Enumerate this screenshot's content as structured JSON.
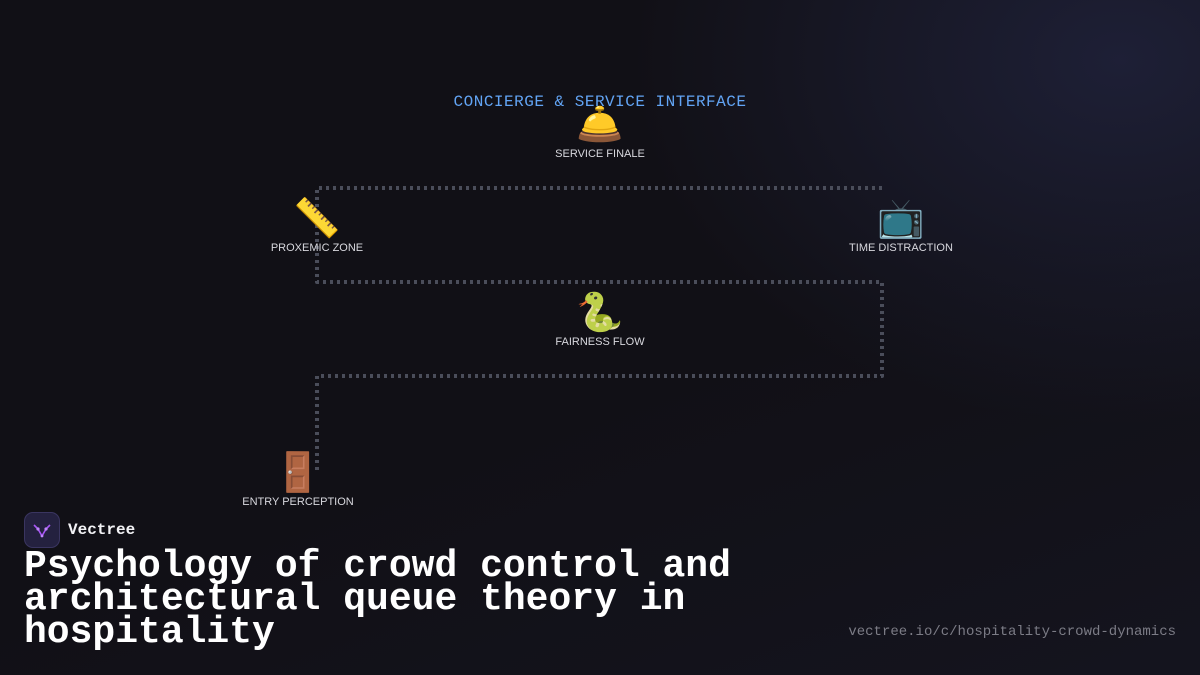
{
  "diagram": {
    "title": "CONCIERGE & SERVICE INTERFACE",
    "nodes": [
      {
        "id": "service-finale",
        "icon": "🛎️",
        "icon_name": "bell-icon",
        "label": "SERVICE FINALE"
      },
      {
        "id": "proxemic-zone",
        "icon": "📏",
        "icon_name": "ruler-icon",
        "label": "PROXEMIC ZONE"
      },
      {
        "id": "time-distraction",
        "icon": "📺",
        "icon_name": "tv-icon",
        "label": "TIME DISTRACTION"
      },
      {
        "id": "fairness-flow",
        "icon": "🐍",
        "icon_name": "snake-icon",
        "label": "FAIRNESS FLOW"
      },
      {
        "id": "entry-perception",
        "icon": "🚪",
        "icon_name": "door-icon",
        "label": "ENTRY PERCEPTION"
      }
    ],
    "path_color": "#4a4d5a",
    "title_color": "#62a4f4"
  },
  "brand": {
    "name": "Vectree",
    "accent": "#a855f7"
  },
  "headline": "Psychology of crowd control and architectural queue theory in hospitality",
  "url": "vectree.io/c/hospitality-crowd-dynamics"
}
